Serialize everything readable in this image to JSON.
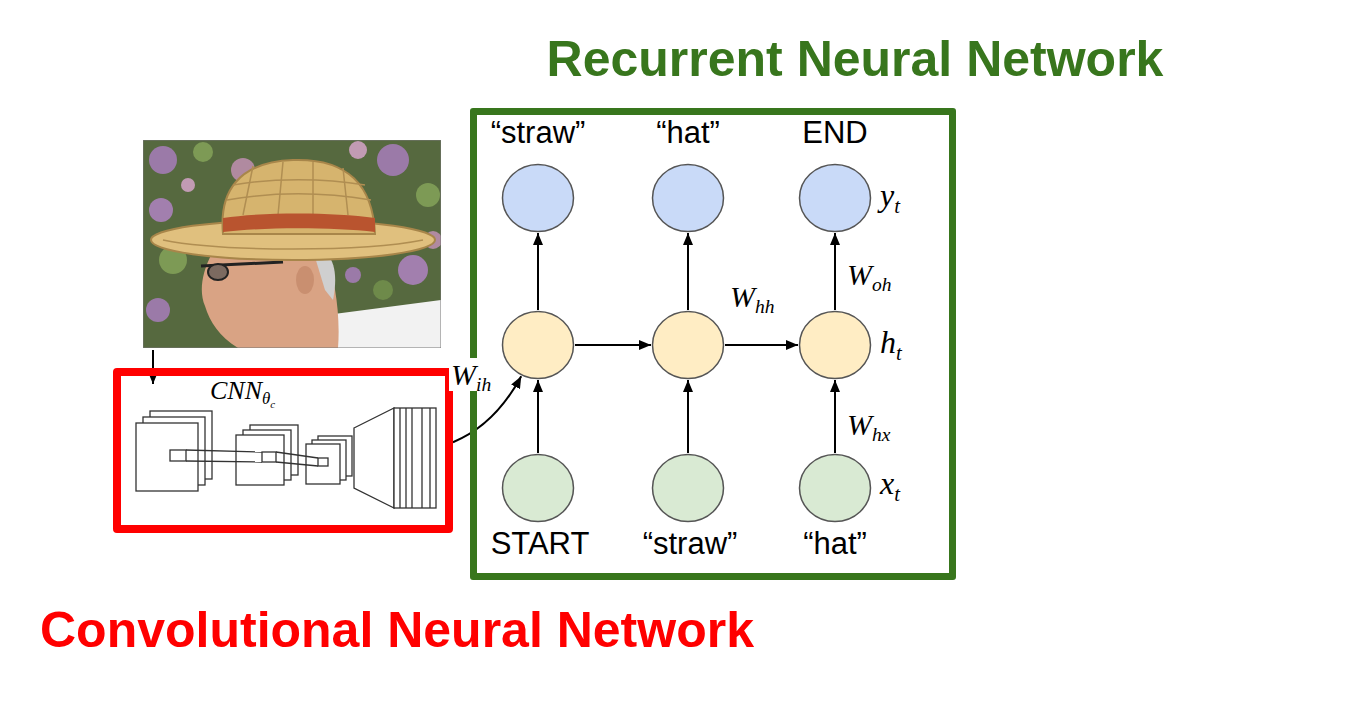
{
  "diagram": {
    "nodes": [
      {
        "text": [
          "Recurrent Neural Network"
        ]
      },
      {
        "text": [
          "“straw”"
        ],
        "in": 0
      },
      {
        "text": [
          "“hat”"
        ],
        "in": 0
      },
      {
        "text": [
          "END",
          "yt"
        ],
        "in": 0
      },
      {
        "text": [],
        "in": 0
      },
      {
        "text": [],
        "in": 0
      },
      {
        "text": [
          "ht"
        ],
        "in": 0
      },
      {
        "text": [
          "START"
        ],
        "in": 0
      },
      {
        "text": [
          "“straw”"
        ],
        "in": 0
      },
      {
        "text": [
          "“hat”",
          "xt"
        ],
        "in": 0
      },
      {
        "text": [
          "CNNθc",
          "Convolutional Neural Network"
        ]
      }
    ],
    "edges": [
      {
        "from": 10,
        "to": 4,
        "arrow": "to",
        "label": "Wih"
      },
      {
        "from": 7,
        "to": 4,
        "arrow": "to"
      },
      {
        "from": 4,
        "to": 1,
        "arrow": "to"
      },
      {
        "from": 4,
        "to": 5,
        "arrow": "to"
      },
      {
        "from": 8,
        "to": 5,
        "arrow": "to"
      },
      {
        "from": 5,
        "to": 2,
        "arrow": "to"
      },
      {
        "from": 5,
        "to": 6,
        "arrow": "to",
        "label": "Whh"
      },
      {
        "from": 9,
        "to": 6,
        "arrow": "to",
        "label": "Whx"
      },
      {
        "from": 6,
        "to": 3,
        "arrow": "to",
        "label": "Woh"
      }
    ]
  }
}
